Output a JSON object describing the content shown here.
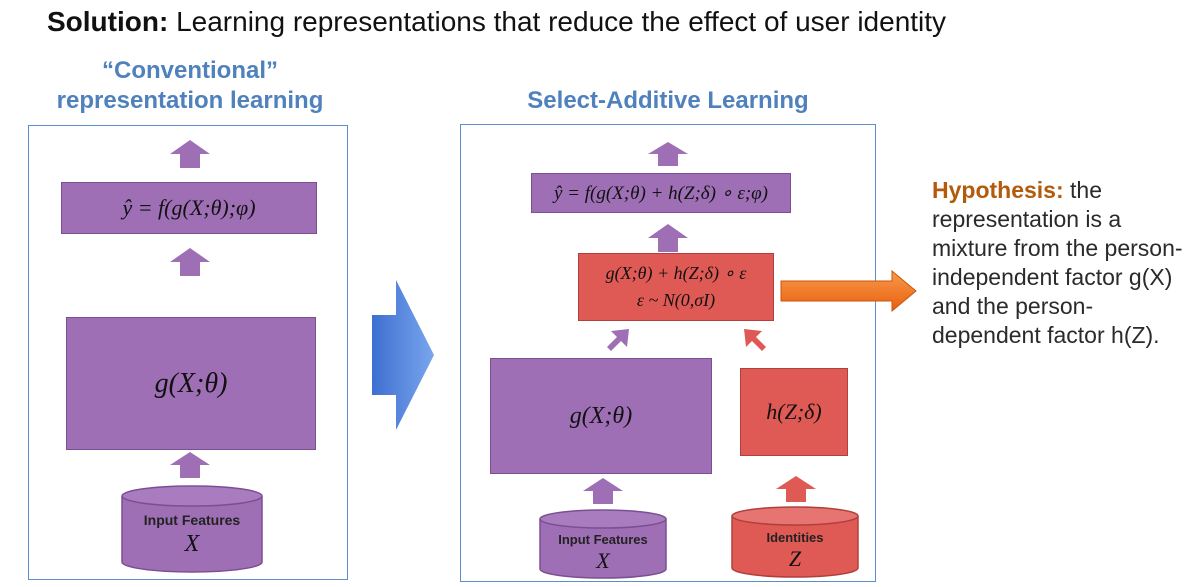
{
  "title": {
    "bold": "Solution:",
    "rest": " Learning representations that reduce the effect of user identity"
  },
  "left_panel": {
    "heading_line1": "“Conventional”",
    "heading_line2": "representation learning",
    "output_formula": "ŷ = f(g(X;θ);φ)",
    "representation": "g(X;θ)",
    "input_label": "Input Features",
    "input_var": "X"
  },
  "right_panel": {
    "heading": "Select-Additive Learning",
    "output_formula": "ŷ = f(g(X;θ) + h(Z;δ) ∘ ε;φ)",
    "mix_line1": "g(X;θ) + h(Z;δ) ∘ ε",
    "mix_line2": "ε ~ N(0,σI)",
    "g_box": "g(X;θ)",
    "h_box": "h(Z;δ)",
    "input_label": "Input Features",
    "input_var": "X",
    "identity_label": "Identities",
    "identity_var": "Z"
  },
  "hypothesis": {
    "bold": "Hypothesis:",
    "text": " the representation is a mixture from the person-independent factor g(X) and the person-dependent factor h(Z)."
  },
  "colors": {
    "purple": "#9e6fb5",
    "red": "#df5a55",
    "blue_heading": "#4f81bd",
    "orange": "#f0741a",
    "hypothesis_label": "#b35a0b"
  }
}
